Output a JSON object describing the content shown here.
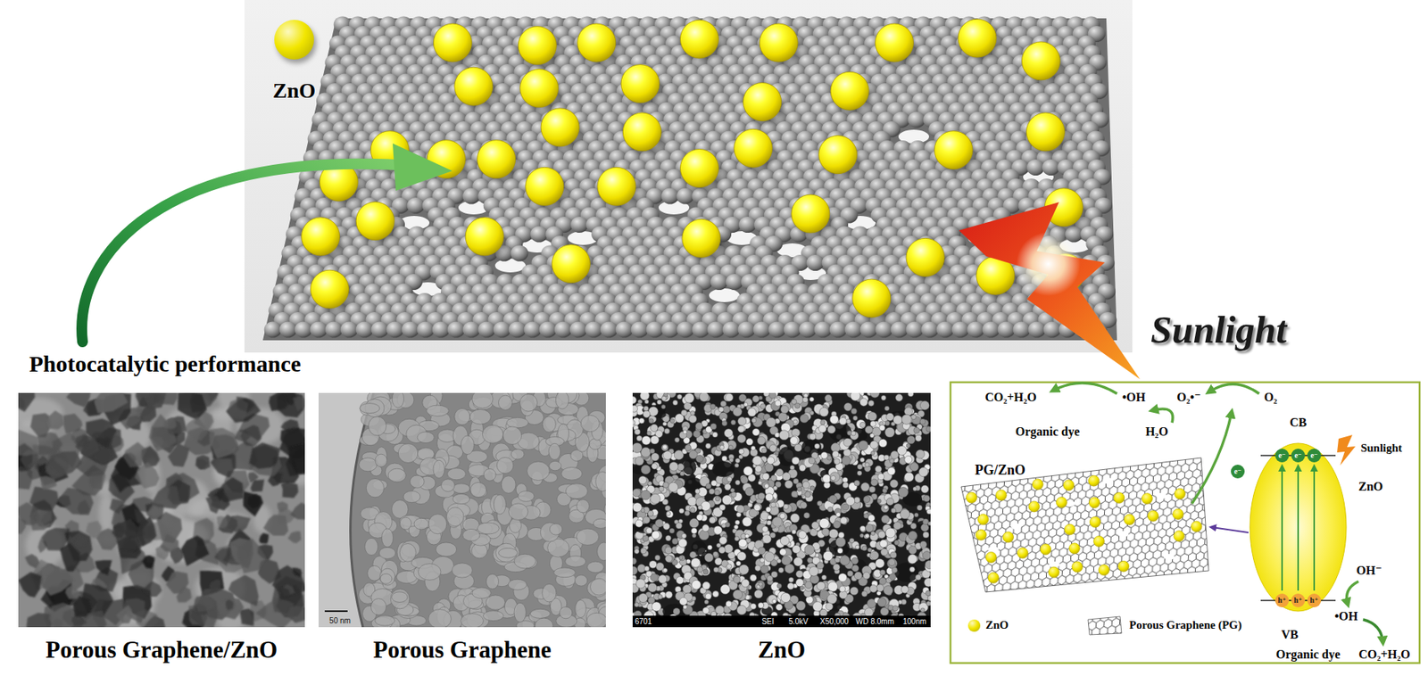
{
  "diagram": {
    "nodes": [
      {
        "text": [
          "Porous Graphene/ZnO"
        ]
      },
      {
        "text": [
          "Porous Graphene"
        ]
      },
      {
        "text": [
          "ZnO"
        ]
      },
      {
        "text": [
          "CB",
          "ZnO",
          "VB"
        ]
      }
    ],
    "labels": [
      "Photocatalytic performance",
      "Sunlight",
      "50 nm",
      "6701",
      "SEI",
      "5.0kV",
      "X50,000",
      "WD 8.0mm",
      "100nm",
      "CO₂+H₂O",
      "•OH",
      "O₂•⁻",
      "O₂",
      "Organic dye",
      "H₂O",
      "PG/ZnO",
      "e⁻",
      "e⁻",
      "e⁻",
      "e⁻",
      "Sunlight",
      "OH⁻",
      "•OH",
      "h⁺",
      "h⁺",
      "h⁺",
      "Organic dye",
      "CO₂+H₂O"
    ],
    "legend": [
      {
        "text": "ZnO",
        "color": "#f2e600"
      },
      {
        "text": "ZnO",
        "color": "#f2e600"
      },
      {
        "text": "Porous Graphene (PG)"
      }
    ]
  }
}
